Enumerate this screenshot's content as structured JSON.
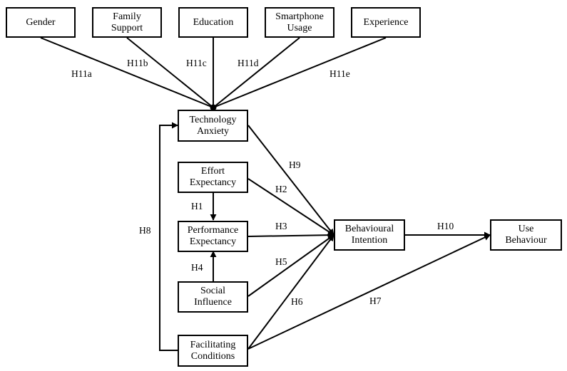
{
  "nodes": {
    "gender": "Gender",
    "family_support": "Family\nSupport",
    "education": "Education",
    "smartphone_usage": "Smartphone\nUsage",
    "experience": "Experience",
    "technology_anxiety": "Technology\nAnxiety",
    "effort_expectancy": "Effort\nExpectancy",
    "performance_expectancy": "Performance\nExpectancy",
    "social_influence": "Social\nInfluence",
    "facilitating_conditions": "Facilitating\nConditions",
    "behavioural_intention": "Behavioural\nIntention",
    "use_behaviour": "Use\nBehaviour"
  },
  "hypotheses": {
    "h1": "H1",
    "h2": "H2",
    "h3": "H3",
    "h4": "H4",
    "h5": "H5",
    "h6": "H6",
    "h7": "H7",
    "h8": "H8",
    "h9": "H9",
    "h10": "H10",
    "h11a": "H11a",
    "h11b": "H11b",
    "h11c": "H11c",
    "h11d": "H11d",
    "h11e": "H11e"
  }
}
